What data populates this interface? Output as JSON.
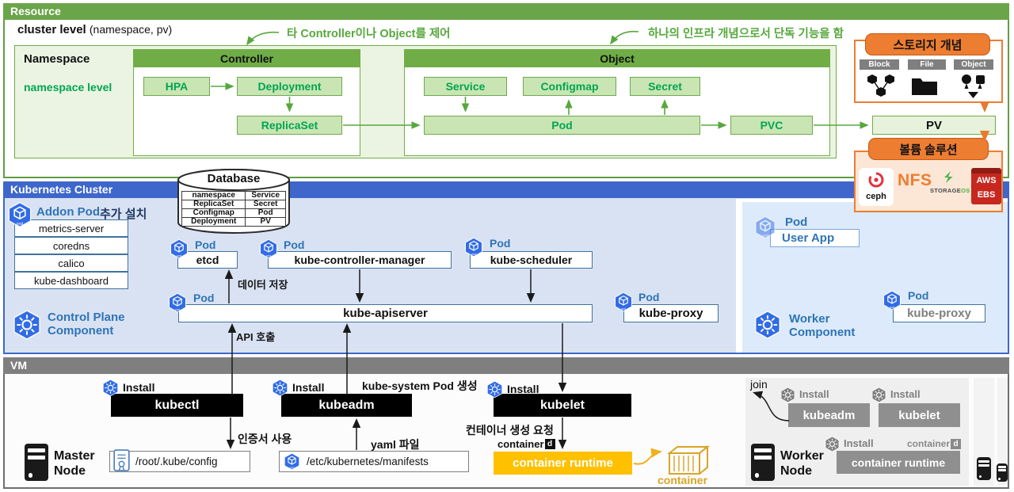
{
  "colors": {
    "green_header": "#6ba54a",
    "green_text": "#00a650",
    "green_annotation": "#56a83c",
    "blue_header": "#3e66cb",
    "k8s_blue": "#326ce5",
    "label_blue": "#2e74b5",
    "orange": "#ed7d31",
    "yellow": "#ffc000",
    "gray": "#7f7f7f",
    "container_gold": "#d9a426"
  },
  "resource": {
    "header": "Resource",
    "cluster_level": "cluster level",
    "cluster_level_note": "(namespace, pv)",
    "annotation_controller": "타 Controller이나 Object를 제어",
    "annotation_object": "하나의 인프라 개념으로서 단독 기능을 함",
    "namespace_title": "Namespace",
    "namespace_level": "namespace level",
    "controller": {
      "title": "Controller",
      "hpa": "HPA",
      "deployment": "Deployment",
      "replicaset": "ReplicaSet"
    },
    "object": {
      "title": "Object",
      "service": "Service",
      "configmap": "Configmap",
      "secret": "Secret",
      "pod": "Pod",
      "pvc": "PVC"
    },
    "pv": "PV",
    "storage": {
      "title": "스토리지 개념",
      "types": [
        "Block",
        "File",
        "Object"
      ]
    },
    "volume": {
      "title": "볼륨 솔루션",
      "ceph": "ceph",
      "nfs": "NFS",
      "storageos_a": "STORAGE",
      "storageos_b": "OS",
      "aws_a": "AWS",
      "aws_b": "EBS"
    }
  },
  "cluster": {
    "header": "Kubernetes Cluster",
    "database": {
      "title": "Database",
      "rows": [
        [
          "namespace",
          "Service"
        ],
        [
          "ReplicaSet",
          "Secret"
        ],
        [
          "Configmap",
          "Pod"
        ],
        [
          "Deployment",
          "PV"
        ]
      ]
    },
    "addon": {
      "label": "Addon Pod",
      "note": "추가 설치",
      "items": [
        "metrics-server",
        "coredns",
        "calico",
        "kube-dashboard"
      ]
    },
    "pod_label": "Pod",
    "etcd": "etcd",
    "kcm": "kube-controller-manager",
    "scheduler": "kube-scheduler",
    "apiserver": "kube-apiserver",
    "kube_proxy": "kube-proxy",
    "user_app": "User App",
    "worker_kube_proxy": "kube-proxy",
    "data_store_label": "데이터 저장",
    "api_call_label": "API 호출",
    "control_plane_1": "Control Plane",
    "control_plane_2": "Component",
    "worker_1": "Worker",
    "worker_2": "Component"
  },
  "vm": {
    "header": "VM",
    "install": "Install",
    "kubectl": "kubectl",
    "kubeadm": "kubeadm",
    "kubelet": "kubelet",
    "kube_system_label": "kube-system Pod 생성",
    "cert_label": "인증서 사용",
    "yaml_label": "yaml 파일",
    "container_req_label": "컨테이너 생성 요청",
    "containerd_text": "container",
    "containerd_d": "d",
    "config_path": "/root/.kube/config",
    "manifests_path": "/etc/kubernetes/manifests",
    "container_runtime": "container runtime",
    "container_label": "container",
    "master_1": "Master",
    "master_2": "Node",
    "join": "join",
    "worker": {
      "kubeadm": "kubeadm",
      "kubelet": "kubelet",
      "container_runtime": "container runtime",
      "node_1": "Worker",
      "node_2": "Node"
    }
  }
}
